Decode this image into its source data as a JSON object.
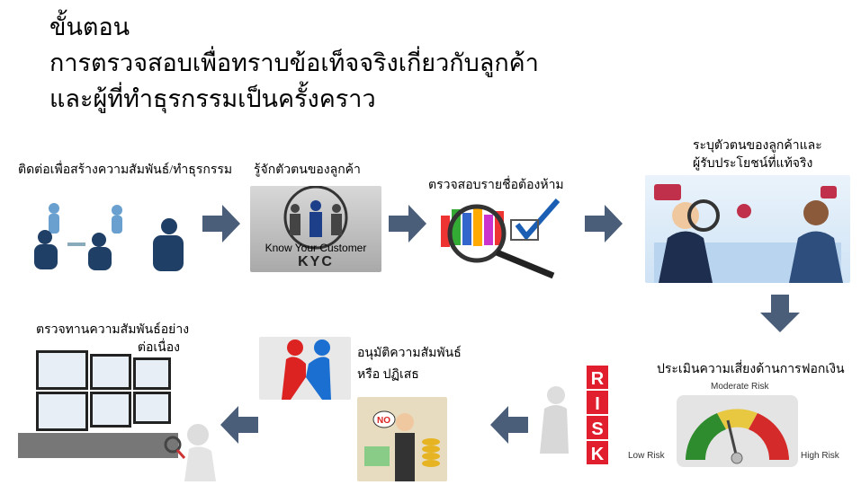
{
  "title": {
    "lines": [
      "ขั้นตอน",
      "การตรวจสอบเพื่อทราบข้อเท็จจริงเกี่ยวกับลูกค้า",
      "และผู้ที่ทำธุรกรรมเป็นครั้งคราว"
    ]
  },
  "steps": [
    {
      "label": "ติดต่อเพื่อสร้างความสัมพันธ์/ทำธุรกรรม"
    },
    {
      "label": "รู้จักตัวตนของลูกค้า",
      "image_text": [
        "Know Your Customer",
        "KYC"
      ]
    },
    {
      "label": "ตรวจสอบรายชื่อต้องห้าม"
    },
    {
      "label_lines": [
        "ระบุตัวตนของลูกค้าและ",
        "ผู้รับประโยชน์ที่แท้จริง"
      ]
    },
    {
      "label": "ประเมินความเสี่ยงด้านการฟอกเงิน",
      "gauge": {
        "moderate": "Moderate Risk",
        "low": "Low Risk",
        "high": "High Risk"
      },
      "risk_letters": "RISK"
    },
    {
      "label_lines": [
        "อนุมัติความสัมพันธ์",
        "หรือ ปฏิเสธ"
      ],
      "no_text": "NO"
    },
    {
      "label_lines": [
        "ตรวจทานความสัมพันธ์อย่าง",
        "ต่อเนื่อง"
      ]
    }
  ],
  "colors": {
    "arrow": "#4a5e7a",
    "gauge_green": "#2e8b2e",
    "gauge_yellow": "#e8c840",
    "gauge_red": "#d42a2a"
  }
}
